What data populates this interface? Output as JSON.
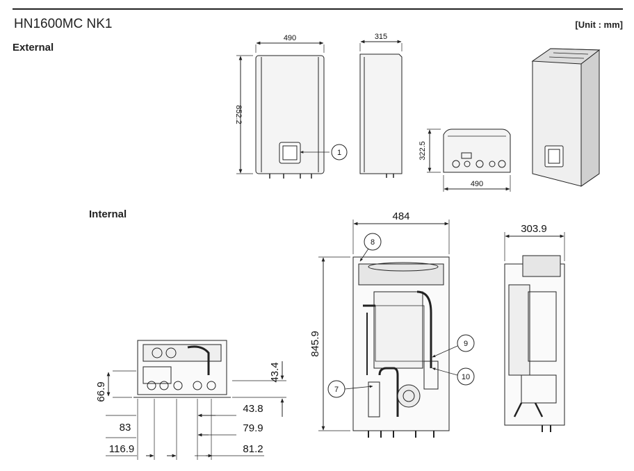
{
  "header": {
    "model": "HN1600MC NK1",
    "unit": "[Unit : mm]"
  },
  "sections": {
    "external": "External",
    "internal": "Internal"
  },
  "external_dims": {
    "front_width": "490",
    "front_height": "852.2",
    "side_depth": "315",
    "bottom_height": "322.5",
    "bottom_width": "490"
  },
  "internal_dims": {
    "width": "484",
    "height": "845.9",
    "side_depth": "303.9",
    "b_h1": "66.9",
    "b_h2": "43.4",
    "b_w1": "83",
    "b_w2": "116.9",
    "b_w3": "43.8",
    "b_w4": "79.9",
    "b_w5": "81.2"
  },
  "callouts": {
    "c1": "1",
    "c7": "7",
    "c8": "8",
    "c9": "9",
    "c10": "10"
  },
  "colors": {
    "line": "#222222",
    "body": "#f4f4f4",
    "shade": "#d9d9d9"
  }
}
